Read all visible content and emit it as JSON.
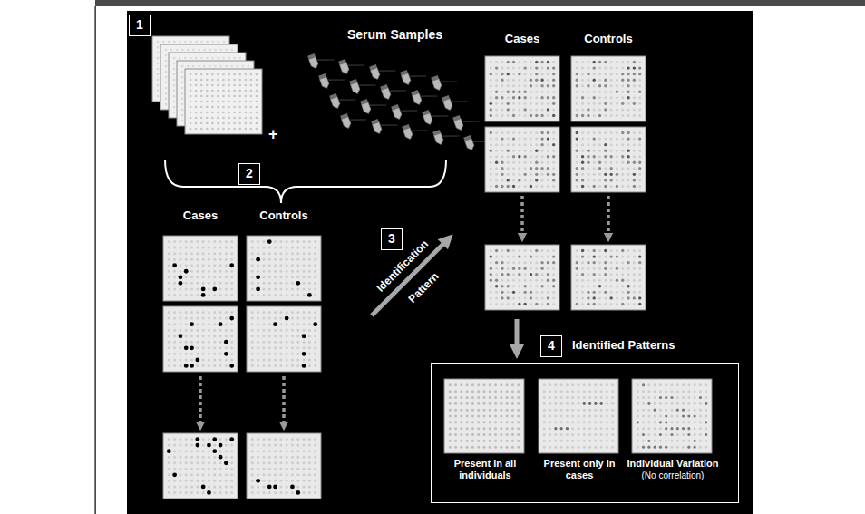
{
  "diagram": {
    "nodes": [
      {
        "text": [
          "1"
        ]
      },
      {
        "text": [
          "2"
        ]
      },
      {
        "text": [
          "3"
        ]
      },
      {
        "text": [
          "4"
        ]
      },
      {
        "text": [
          "Identified Patterns"
        ]
      },
      {
        "text": [
          "Present in all individuals"
        ],
        "in": 4
      },
      {
        "text": [
          "Present only in cases"
        ],
        "in": 4
      },
      {
        "text": [
          "Individual Variation",
          "(No correlation)"
        ],
        "in": 4
      }
    ],
    "labels": [
      "Serum Samples",
      "+",
      "Cases",
      "Controls",
      "Cases",
      "Controls",
      "Identification",
      "Pattern"
    ]
  }
}
